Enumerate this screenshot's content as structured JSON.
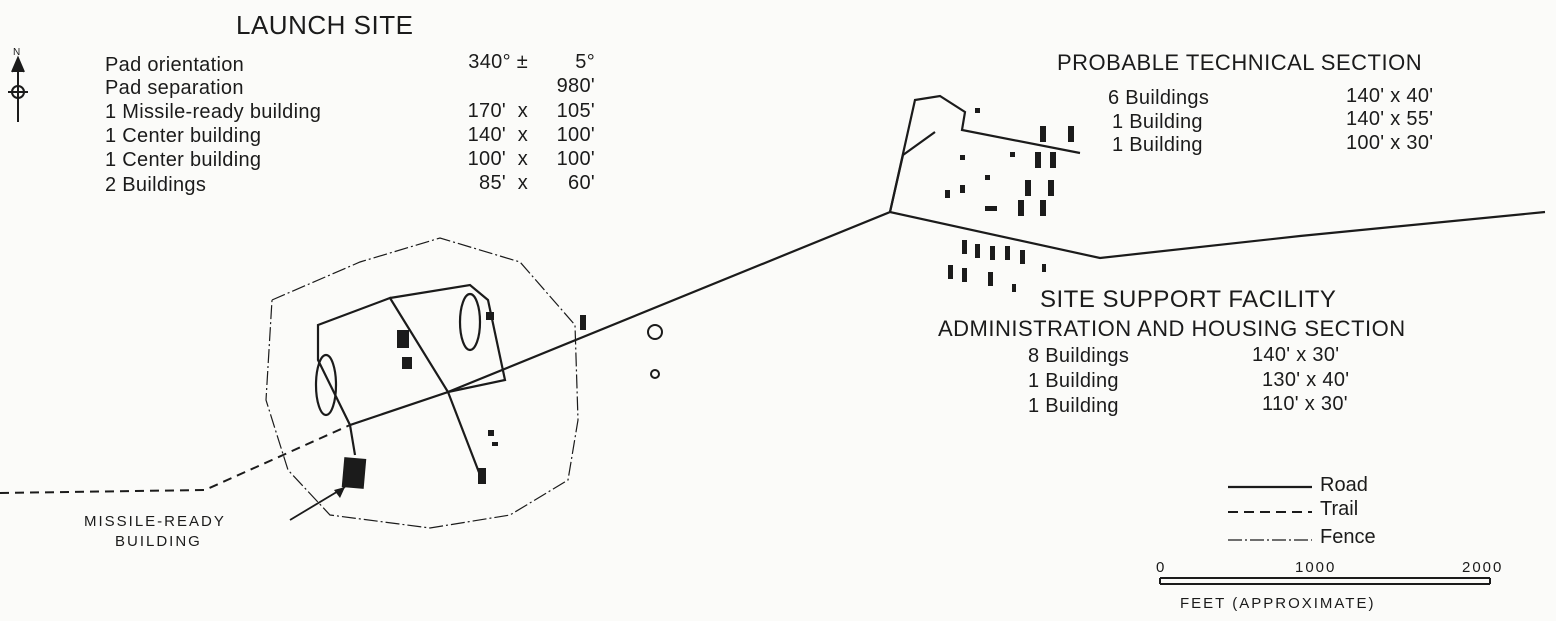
{
  "launch_site": {
    "title": "LAUNCH SITE",
    "rows": [
      {
        "label": "Pad orientation",
        "a": "340° ±",
        "b": "5°"
      },
      {
        "label": "Pad separation",
        "a": "",
        "b": "980'"
      },
      {
        "label": "1 Missile-ready building",
        "a": "170'  x",
        "b": "105'"
      },
      {
        "label": "1 Center building",
        "a": "140'  x",
        "b": "100'"
      },
      {
        "label": "1 Center building",
        "a": "100'  x",
        "b": "100'"
      },
      {
        "label": "2 Buildings",
        "a": "85'  x",
        "b": "60'"
      }
    ]
  },
  "technical_section": {
    "title": "PROBABLE TECHNICAL SECTION",
    "rows": [
      {
        "label": "6 Buildings",
        "dims": "140' x 40'"
      },
      {
        "label": "1 Building",
        "dims": "140' x 55'"
      },
      {
        "label": "1 Building",
        "dims": "100' x 30'"
      }
    ]
  },
  "support_facility": {
    "title": "SITE SUPPORT FACILITY",
    "subtitle": "ADMINISTRATION AND HOUSING SECTION",
    "rows": [
      {
        "label": "8 Buildings",
        "dims": "140' x 30'"
      },
      {
        "label": "1 Building",
        "dims": "130' x 40'"
      },
      {
        "label": "1 Building",
        "dims": "110' x 30'"
      }
    ]
  },
  "callout": {
    "line1": "MISSILE-READY",
    "line2": "BUILDING"
  },
  "legend": {
    "road": "Road",
    "trail": "Trail",
    "fence": "Fence"
  },
  "scale": {
    "start": "0",
    "mid": "1000",
    "end": "2000",
    "caption": "FEET (APPROXIMATE)"
  },
  "north_label": "N",
  "colors": {
    "ink": "#1b1b1b",
    "paper": "#fbfbf9"
  }
}
